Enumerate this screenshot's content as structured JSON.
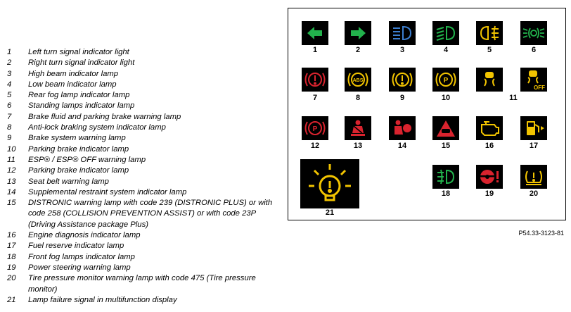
{
  "legend": [
    {
      "num": "1",
      "text": "Left turn signal indicator light"
    },
    {
      "num": "2",
      "text": "Right turn signal indicator light"
    },
    {
      "num": "3",
      "text": "High beam indicator lamp"
    },
    {
      "num": "4",
      "text": "Low beam indicator lamp"
    },
    {
      "num": "5",
      "text": "Rear fog lamp indicator lamp"
    },
    {
      "num": "6",
      "text": "Standing lamps indicator lamp"
    },
    {
      "num": "7",
      "text": "Brake fluid and parking brake warning lamp"
    },
    {
      "num": "8",
      "text": "Anti-lock braking system indicator lamp"
    },
    {
      "num": "9",
      "text": "Brake system warning lamp"
    },
    {
      "num": "10",
      "text": "Parking brake indicator lamp"
    },
    {
      "num": "11",
      "text": "ESP® / ESP® OFF warning lamp"
    },
    {
      "num": "12",
      "text": "Parking brake indicator lamp"
    },
    {
      "num": "13",
      "text": "Seat belt warning lamp"
    },
    {
      "num": "14",
      "text": "Supplemental restraint system indicator lamp"
    },
    {
      "num": "15",
      "text": "DISTRONIC warning lamp with code 239 (DISTRONIC PLUS) or with code 258 (COLLISION PREVENTION ASSIST) or with code 23P (Driving Assistance package Plus)"
    },
    {
      "num": "16",
      "text": "Engine diagnosis indicator lamp"
    },
    {
      "num": "17",
      "text": "Fuel reserve indicator lamp"
    },
    {
      "num": "18",
      "text": "Front fog lamps indicator lamp"
    },
    {
      "num": "19",
      "text": "Power steering warning lamp"
    },
    {
      "num": "20",
      "text": "Tire pressure monitor warning lamp with code 475 (Tire pressure monitor)"
    },
    {
      "num": "21",
      "text": "Lamp failure signal in multifunction display"
    }
  ],
  "lamps": [
    {
      "num": "1",
      "icon": "left-arrow-icon",
      "color": "#22b24c"
    },
    {
      "num": "2",
      "icon": "right-arrow-icon",
      "color": "#22b24c"
    },
    {
      "num": "3",
      "icon": "high-beam-icon",
      "color": "#3c7fd0"
    },
    {
      "num": "4",
      "icon": "low-beam-icon",
      "color": "#22b24c"
    },
    {
      "num": "5",
      "icon": "rear-fog-icon",
      "color": "#f2c400"
    },
    {
      "num": "6",
      "icon": "standing-lamps-icon",
      "color": "#22b24c"
    },
    {
      "num": "7",
      "icon": "brake-warning-icon",
      "color": "#d9232e"
    },
    {
      "num": "8",
      "icon": "abs-icon",
      "color": "#f2c400",
      "badge": "ABS"
    },
    {
      "num": "9",
      "icon": "brake-system-icon",
      "color": "#f2c400"
    },
    {
      "num": "10",
      "icon": "parking-brake-icon",
      "color": "#f2c400",
      "badge": "P"
    },
    {
      "num": "11",
      "icon": "esp-icon",
      "color": "#f2c400"
    },
    {
      "num": "11",
      "icon": "esp-off-icon",
      "color": "#f2c400",
      "badge": "OFF"
    },
    {
      "num": "12",
      "icon": "parking-brake-icon",
      "color": "#d9232e",
      "badge": "P"
    },
    {
      "num": "13",
      "icon": "seat-belt-icon",
      "color": "#d9232e"
    },
    {
      "num": "14",
      "icon": "airbag-icon",
      "color": "#d9232e"
    },
    {
      "num": "15",
      "icon": "distronic-icon",
      "color": "#d9232e"
    },
    {
      "num": "16",
      "icon": "engine-icon",
      "color": "#f2c400"
    },
    {
      "num": "17",
      "icon": "fuel-icon",
      "color": "#f2c400"
    },
    {
      "num": "18",
      "icon": "front-fog-icon",
      "color": "#22b24c"
    },
    {
      "num": "19",
      "icon": "power-steering-icon",
      "color": "#d9232e"
    },
    {
      "num": "20",
      "icon": "tire-pressure-icon",
      "color": "#f2c400"
    },
    {
      "num": "21",
      "icon": "lamp-failure-icon",
      "color": "#f2c400"
    }
  ],
  "reference": "P54.33-3123-81"
}
